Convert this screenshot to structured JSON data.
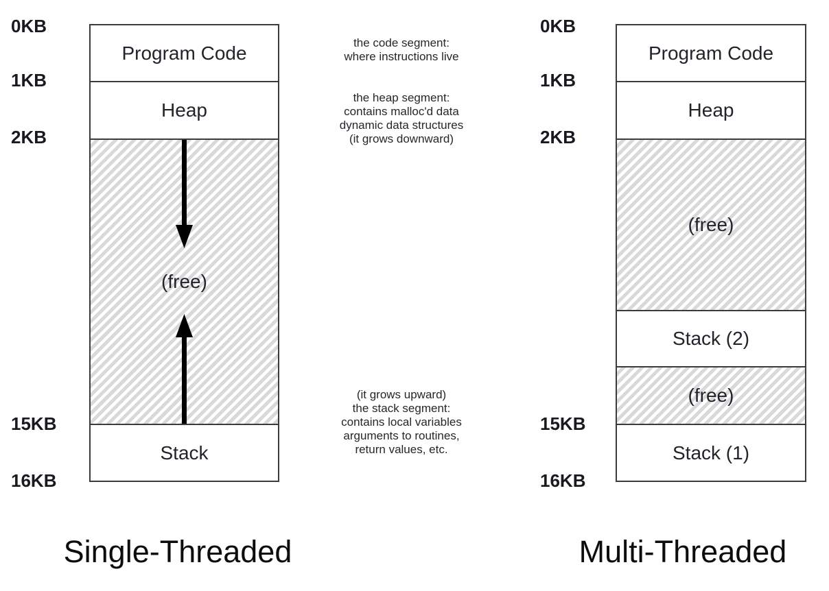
{
  "figure": {
    "left": {
      "title": "Single-Threaded",
      "ticks": [
        "0KB",
        "1KB",
        "2KB",
        "15KB",
        "16KB"
      ],
      "segments": [
        {
          "label": "Program Code"
        },
        {
          "label": "Heap"
        },
        {
          "label": "(free)"
        },
        {
          "label": "Stack"
        }
      ]
    },
    "right": {
      "title": "Multi-Threaded",
      "ticks": [
        "0KB",
        "1KB",
        "2KB",
        "15KB",
        "16KB"
      ],
      "segments": [
        {
          "label": "Program Code"
        },
        {
          "label": "Heap"
        },
        {
          "label": "(free)"
        },
        {
          "label": "Stack (2)"
        },
        {
          "label": "(free)"
        },
        {
          "label": "Stack (1)"
        }
      ]
    },
    "annotations": {
      "code": "the code segment:\nwhere instructions live",
      "heap": "the heap segment:\ncontains malloc'd data\ndynamic data structures\n(it grows downward)",
      "stack": "(it grows upward)\nthe stack segment:\ncontains local variables\narguments to routines,\nreturn values, etc."
    },
    "icons": {
      "heap_growth": "down-arrow",
      "stack_growth": "up-arrow"
    },
    "colors": {
      "ink": "#1f1f28",
      "border": "#3b3b3b",
      "hatch_gray": "#d9d9d9",
      "arrow": "#000000",
      "background": "#ffffff"
    }
  }
}
